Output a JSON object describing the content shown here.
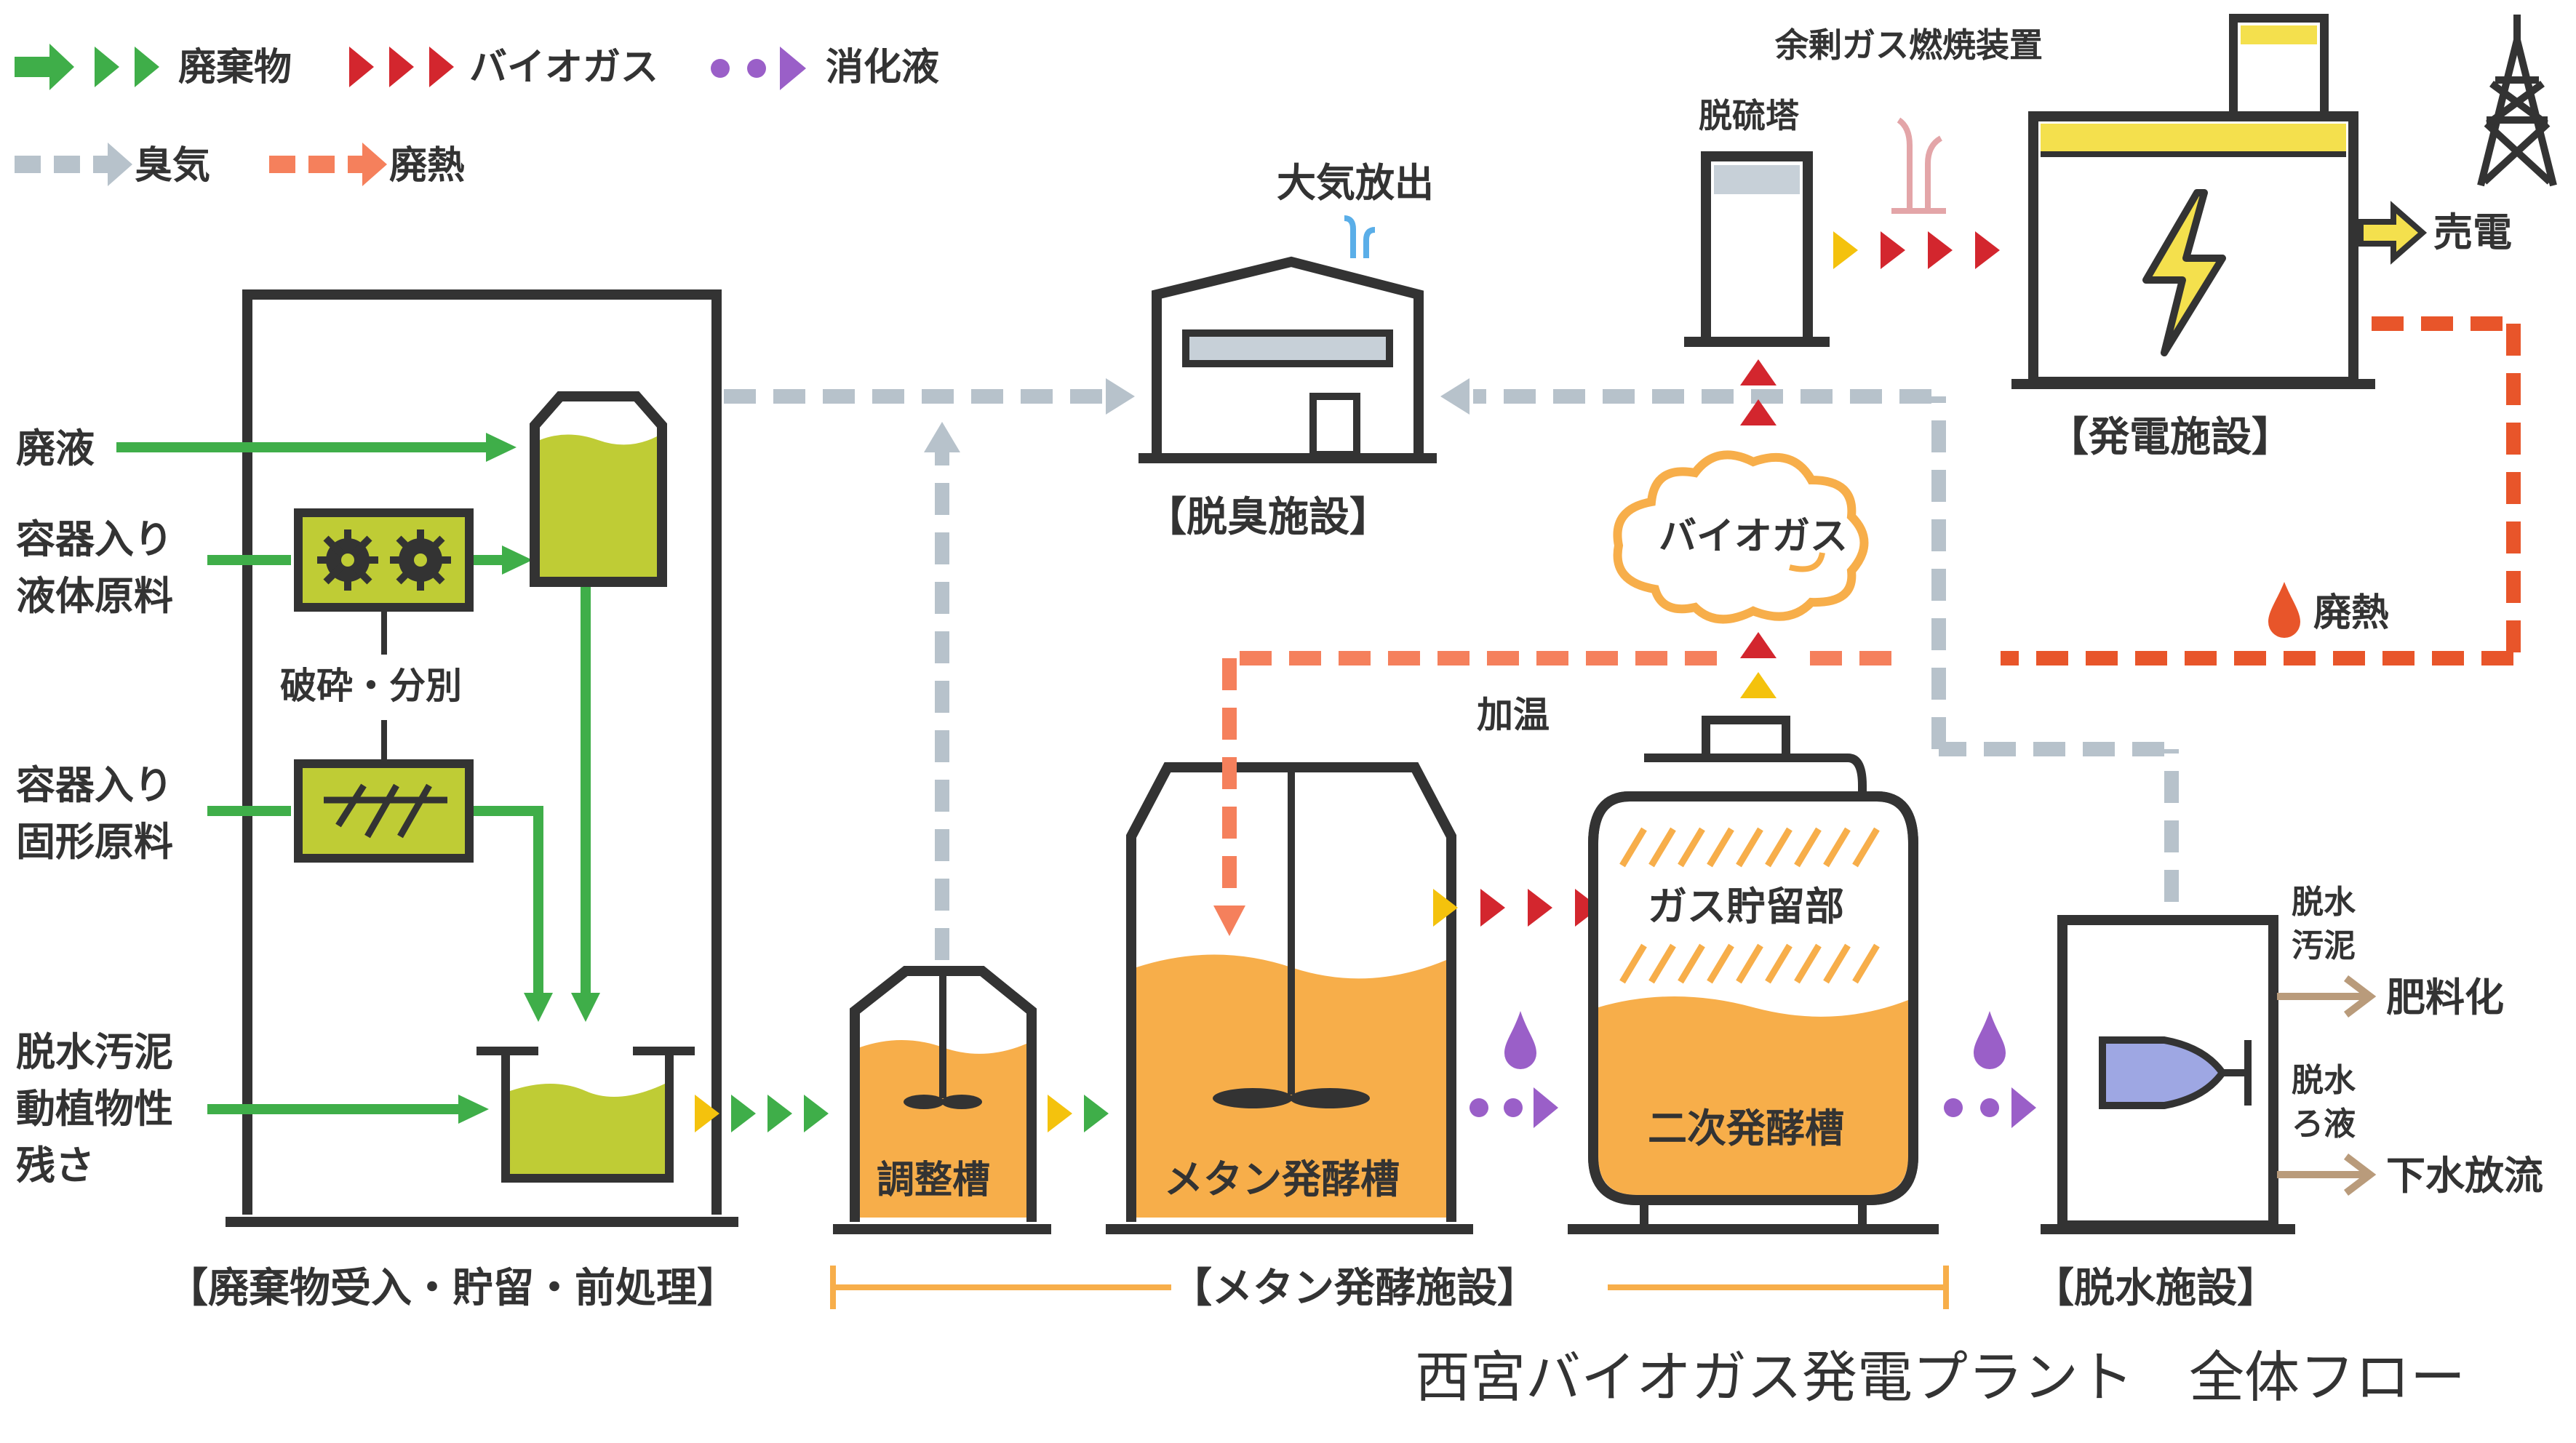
{
  "colors": {
    "waste": "#3fae49",
    "biogas": "#d3262e",
    "digestate": "#9a5fc8",
    "odor": "#b7c2cb",
    "heat": "#f5805c",
    "heat_dark": "#e8552a",
    "yellow": "#f4c20d",
    "orange": "#f7ae4a",
    "olive": "#bfcc35",
    "outline": "#333333",
    "product": "#b99b7b"
  },
  "legend": {
    "waste": "廃棄物",
    "biogas": "バイオガス",
    "digestate": "消化液",
    "odor": "臭気",
    "heat": "廃熱"
  },
  "inputs": {
    "liquid_waste": "廃液",
    "container_liquid_1": "容器入り",
    "container_liquid_2": "液体原料",
    "container_solid_1": "容器入り",
    "container_solid_2": "固形原料",
    "sludge_1": "脱水汚泥",
    "sludge_2": "動植物性",
    "sludge_3": "残さ"
  },
  "labels": {
    "crush_sort": "破砕・分別",
    "atmosphere_release": "大気放出",
    "desulfurization_tower": "脱硫塔",
    "surplus_gas_burner": "余剰ガス燃焼装置",
    "power_sale": "売電",
    "biogas_cloud": "バイオガス",
    "waste_heat": "廃熱",
    "heating": "加温",
    "gas_storage": "ガス貯留部",
    "adjustment_tank": "調整槽",
    "methane_tank": "メタン発酵槽",
    "secondary_tank": "二次発酵槽",
    "dewatered_sludge_1": "脱水",
    "dewatered_sludge_2": "汚泥",
    "fertilizer": "肥料化",
    "filtrate_1": "脱水",
    "filtrate_2": "ろ液",
    "sewer_discharge": "下水放流"
  },
  "facilities": {
    "reception": "【廃棄物受入・貯留・前処理】",
    "methane": "【メタン発酵施設】",
    "deodorization": "【脱臭施設】",
    "power": "【発電施設】",
    "dewatering": "【脱水施設】"
  },
  "caption": "西宮バイオガス発電プラント　全体フロー"
}
